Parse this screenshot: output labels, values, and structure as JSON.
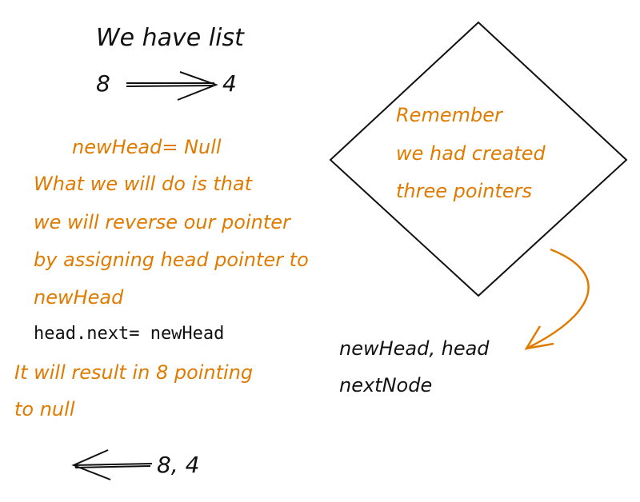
{
  "title": "We have list",
  "list1": {
    "a": "8",
    "b": "4"
  },
  "note": [
    "newHead= Null",
    "What we will do is that",
    "we will reverse our pointer",
    "by assigning head pointer to",
    "newHead"
  ],
  "code": "head.next= newHead",
  "result": [
    "It will result in 8 pointing",
    "to null"
  ],
  "list2": "8, 4",
  "diamond": [
    "Remember",
    "we had created",
    "three pointers"
  ],
  "pointers": [
    "newHead, head",
    "nextNode"
  ],
  "colors": {
    "accent": "#e07b00",
    "ink": "#111111"
  }
}
